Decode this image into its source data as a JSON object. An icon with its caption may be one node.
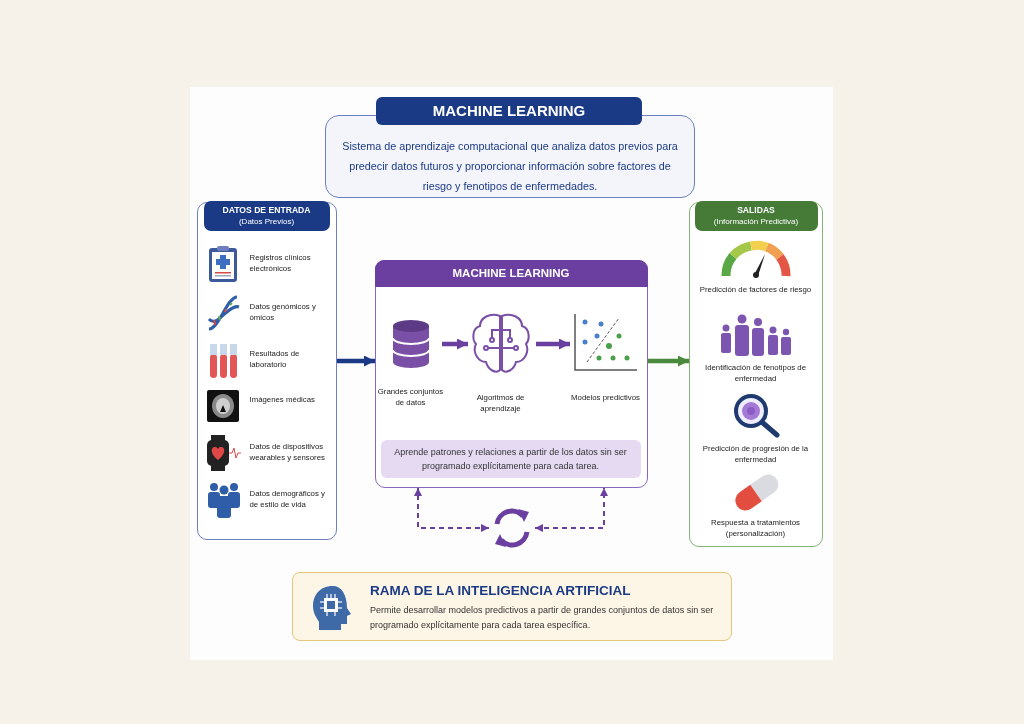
{
  "diagram": {
    "nodes": [
      {
        "text": [
          "MACHINE LEARNING",
          "Sistema de aprendizaje computacional que analiza datos previos para predecir datos futuros y proporcionar información sobre factores de riesgo y fenotipos de enfermedades."
        ]
      },
      {
        "text": [
          "DATOS DE ENTRADA",
          "(Datos Previos)"
        ]
      },
      {
        "text": [
          "Registros clínicos electrónicos"
        ],
        "in": 1
      },
      {
        "text": [
          "Datos genómicos y ómicos"
        ],
        "in": 1
      },
      {
        "text": [
          "Resultados de laboratorio"
        ],
        "in": 1
      },
      {
        "text": [
          "Imágenes médicas"
        ],
        "in": 1
      },
      {
        "text": [
          "Datos de dispositivos wearables y sensores"
        ],
        "in": 1
      },
      {
        "text": [
          "Datos demográficos y de estilo de vida"
        ],
        "in": 1
      },
      {
        "text": [
          "MACHINE LEARNING"
        ]
      },
      {
        "text": [
          "Grandes conjuntos de datos"
        ],
        "in": 8
      },
      {
        "text": [
          "Algoritmos de aprendizaje"
        ],
        "in": 8
      },
      {
        "text": [
          "Modelos predictivos"
        ],
        "in": 8
      },
      {
        "text": [
          "Aprende patrones y relaciones a partir de los datos sin ser programado explícitamente para cada tarea."
        ],
        "in": 8
      },
      {
        "text": [],
        "shape": "cycle"
      },
      {
        "text": [
          "SALIDAS",
          "(Información Predictiva)"
        ]
      },
      {
        "text": [
          "Predicción de factores de riesgo"
        ],
        "in": 14
      },
      {
        "text": [
          "Identificación de fenotipos de enfermedad"
        ],
        "in": 14
      },
      {
        "text": [
          "Predicción de progresión de la enfermedad"
        ],
        "in": 14
      },
      {
        "text": [
          "Respuesta a tratamientos (personalización)"
        ],
        "in": 14
      },
      {
        "text": [
          "RAMA DE LA INTELIGENCIA ARTIFICIAL",
          "Permite desarrollar modelos predictivos a partir de grandes conjuntos de datos sin ser programado explícitamente para cada tarea específica."
        ]
      }
    ],
    "edges": [
      {
        "from": 1,
        "to": 8,
        "arrow": "to",
        "color": "#1b3a86"
      },
      {
        "from": 8,
        "to": 14,
        "arrow": "to",
        "color": "#4a8a3c"
      },
      {
        "from": 9,
        "to": 10,
        "arrow": "to"
      },
      {
        "from": 10,
        "to": 11,
        "arrow": "to"
      },
      {
        "from": 13,
        "to": 8,
        "arrow": "both",
        "style": "dashed"
      },
      {
        "from": 13,
        "to": 8,
        "arrow": "both",
        "style": "dashed"
      }
    ]
  }
}
